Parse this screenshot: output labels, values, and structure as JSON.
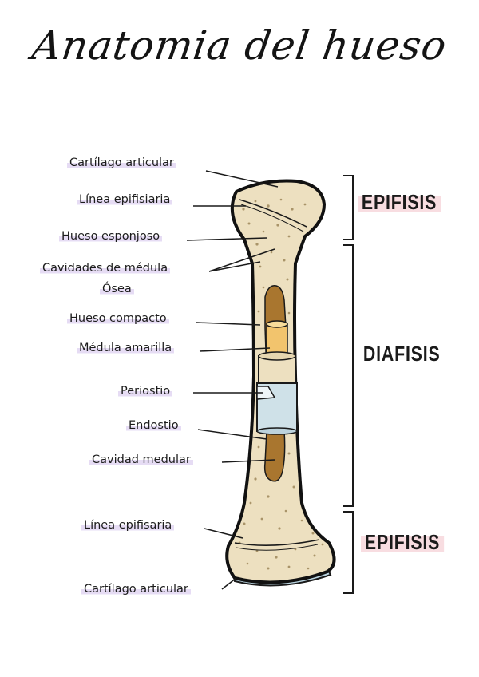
{
  "title": "Anatomia del hueso",
  "labels": {
    "cartilago_articular_top": "Cartílago articular",
    "linea_epifisiaria": "Línea epifisiaria",
    "hueso_esponjoso": "Hueso esponjoso",
    "cavidades_line1": "Cavidades de médula",
    "cavidades_line2": "Ósea",
    "hueso_compacto": "Hueso compacto",
    "medula_amarilla": "Médula amarilla",
    "periostio": "Periostio",
    "endostio": "Endostio",
    "cavidad_medular": "Cavidad medular",
    "linea_epifisaria": "Línea epifisaria",
    "cartilago_articular_bottom": "Cartílago articular"
  },
  "sections": {
    "epifisis_top": "EPIFISIS",
    "diafisis": "DIAFISIS",
    "epifisis_bottom": "EPIFISIS"
  },
  "colors": {
    "bone": "#ede0c0",
    "spots": "#a99469",
    "cartilage": "#b9d3df",
    "marrow": "#a9762f",
    "yellow_marrow": "#f2c46d",
    "periosteum": "#cfe1e8",
    "label_highlight": "#e6dcf4",
    "section_highlight": "#f8dde1"
  }
}
